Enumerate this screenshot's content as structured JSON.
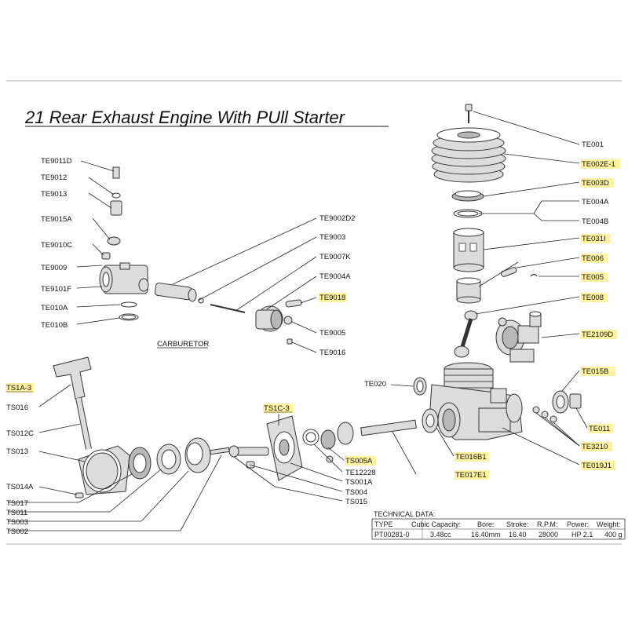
{
  "title": "21 Rear Exhaust Engine With  PUll Starter",
  "carburetor_label": "CARBURETOR",
  "highlight_color": "#fff3a0",
  "parts": [
    {
      "id": "TE001",
      "highlighted": false
    },
    {
      "id": "TE002E-1",
      "highlighted": true
    },
    {
      "id": "TE003D",
      "highlighted": true
    },
    {
      "id": "TE004A",
      "highlighted": false
    },
    {
      "id": "TE004B",
      "highlighted": false
    },
    {
      "id": "TE031I",
      "highlighted": true
    },
    {
      "id": "TE006",
      "highlighted": true
    },
    {
      "id": "TE005",
      "highlighted": true
    },
    {
      "id": "TE008",
      "highlighted": true
    },
    {
      "id": "TE2109D",
      "highlighted": true
    },
    {
      "id": "TE015B",
      "highlighted": true
    },
    {
      "id": "TE011",
      "highlighted": true
    },
    {
      "id": "TE3210",
      "highlighted": true
    },
    {
      "id": "TE019J1",
      "highlighted": true
    },
    {
      "id": "TE016B1",
      "highlighted": true
    },
    {
      "id": "TE017E1",
      "highlighted": true
    },
    {
      "id": "TE020",
      "highlighted": false
    },
    {
      "id": "TE9011D",
      "highlighted": false
    },
    {
      "id": "TE9012",
      "highlighted": false
    },
    {
      "id": "TE9013",
      "highlighted": false
    },
    {
      "id": "TE9015A",
      "highlighted": false
    },
    {
      "id": "TE9010C",
      "highlighted": false
    },
    {
      "id": "TE9009",
      "highlighted": false
    },
    {
      "id": "TE9101F",
      "highlighted": false
    },
    {
      "id": "TE010A",
      "highlighted": false
    },
    {
      "id": "TE010B",
      "highlighted": false
    },
    {
      "id": "TE9002D2",
      "highlighted": false
    },
    {
      "id": "TE9003",
      "highlighted": false
    },
    {
      "id": "TE9007K",
      "highlighted": false
    },
    {
      "id": "TE9004A",
      "highlighted": false
    },
    {
      "id": "TE9018",
      "highlighted": true
    },
    {
      "id": "TE9005",
      "highlighted": false
    },
    {
      "id": "TE9016",
      "highlighted": false
    },
    {
      "id": "TS1A-3",
      "highlighted": true
    },
    {
      "id": "TS016",
      "highlighted": false
    },
    {
      "id": "TS012C",
      "highlighted": false
    },
    {
      "id": "TS013",
      "highlighted": false
    },
    {
      "id": "TS014A",
      "highlighted": false
    },
    {
      "id": "TS017",
      "highlighted": false
    },
    {
      "id": "TS011",
      "highlighted": false
    },
    {
      "id": "TS003",
      "highlighted": false
    },
    {
      "id": "TS002",
      "highlighted": false
    },
    {
      "id": "TS1C-3",
      "highlighted": true
    },
    {
      "id": "TS005A",
      "highlighted": true
    },
    {
      "id": "TE12228",
      "highlighted": false
    },
    {
      "id": "TS001A",
      "highlighted": false
    },
    {
      "id": "TS004",
      "highlighted": false
    },
    {
      "id": "TS015",
      "highlighted": false
    }
  ],
  "technical_data": {
    "heading": "TECHNICAL DATA:",
    "headers": [
      "TYPE",
      "Cubic Capacity:",
      "Bore:",
      "Stroke:",
      "R.P.M:",
      "Power:",
      "Weight:"
    ],
    "values": [
      "PT00281-0",
      "3.48cc",
      "16.40mm",
      "16.40",
      "28000",
      "HP 2.1",
      "400 g"
    ]
  }
}
